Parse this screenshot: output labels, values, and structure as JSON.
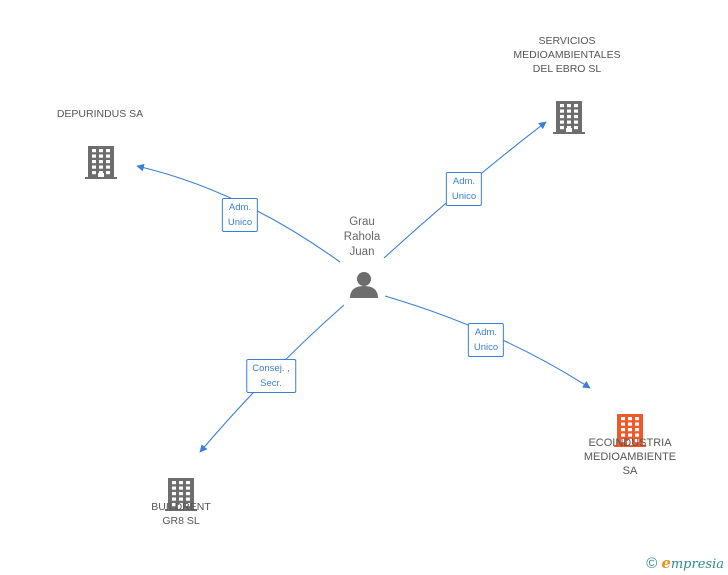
{
  "colors": {
    "edge": "#3a7fd5",
    "building_default": "#6d6d6d",
    "building_highlight": "#f05a2a",
    "person": "#6d6d6d",
    "label_text": "#555555"
  },
  "center": {
    "name": "Grau\nRahola\nJuan",
    "icon": "person-icon"
  },
  "nodes": [
    {
      "id": "depurindus",
      "label": "DEPURINDUS SA",
      "icon": "building-icon",
      "highlight": false
    },
    {
      "id": "servicios",
      "label": "SERVICIOS\nMEDIOAMBIENTALES\nDEL EBRO SL",
      "icon": "building-icon",
      "highlight": false
    },
    {
      "id": "ecoindustria",
      "label": "ECOINDUSTRIA\nMEDIOAMBIENTE SA",
      "icon": "building-icon",
      "highlight": true
    },
    {
      "id": "buildrent",
      "label": "BUILDRENT\nGR8 SL",
      "icon": "building-icon",
      "highlight": false
    }
  ],
  "edges": [
    {
      "to": "depurindus",
      "label": "Adm.\nUnico"
    },
    {
      "to": "servicios",
      "label": "Adm.\nUnico"
    },
    {
      "to": "ecoindustria",
      "label": "Adm.\nUnico"
    },
    {
      "to": "buildrent",
      "label": "Consej. ,\nSecr."
    }
  ],
  "footer": {
    "copyright_symbol": "©",
    "brand_initial": "e",
    "brand_rest": "mpresia",
    "icon": "copyright-icon"
  }
}
